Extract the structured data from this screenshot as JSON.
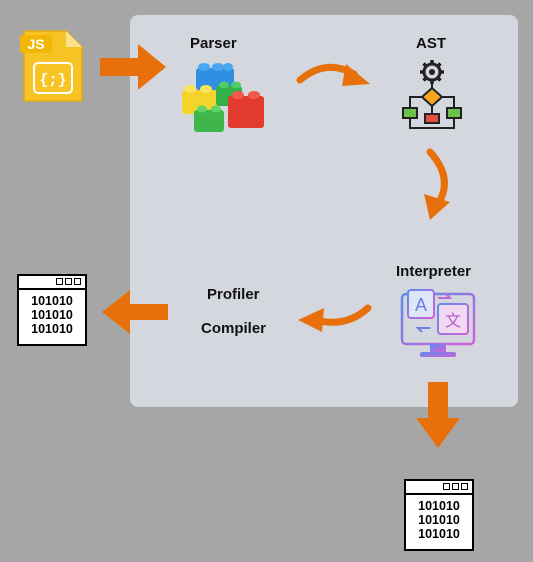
{
  "diagram": {
    "labels": {
      "parser": "Parser",
      "ast": "AST",
      "interpreter": "Interpreter",
      "profiler": "Profiler",
      "compiler": "Compiler"
    },
    "js_file": {
      "badge": "JS",
      "glyph": "{;}"
    },
    "binary_output": {
      "lines": [
        "101010",
        "101010",
        "101010"
      ]
    },
    "colors": {
      "arrow": "#e8700a",
      "panel": "#d4d8de",
      "background": "#a6a6a6",
      "js_file": "#f7c325"
    },
    "icons": [
      "js-file-icon",
      "lego-blocks-icon",
      "flowchart-gear-icon",
      "translate-monitor-icon",
      "binary-window-icon"
    ]
  }
}
